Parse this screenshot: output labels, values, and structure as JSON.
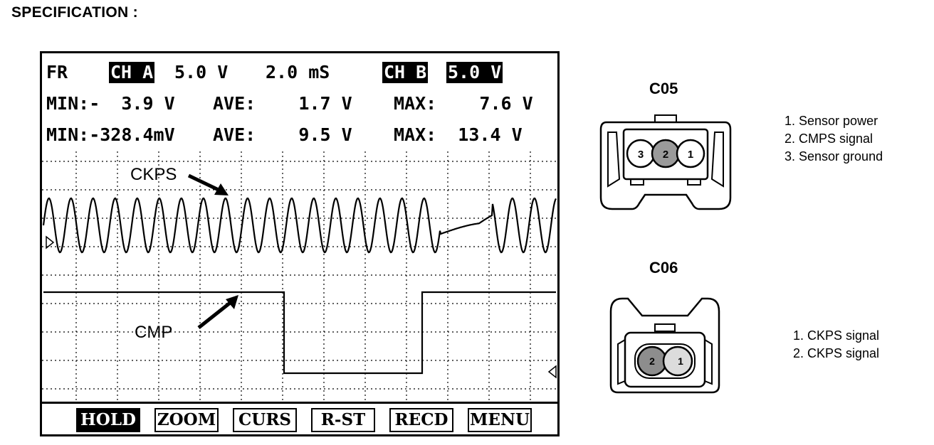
{
  "spec_title": "SPECIFICATION :",
  "scope": {
    "row1": {
      "fr": "FR",
      "ch_a": "CH A",
      "ch_a_scale": "5.0 V",
      "time_scale": "2.0 mS",
      "ch_b": "CH B",
      "ch_b_scale": "5.0 V"
    },
    "row2": {
      "min": "MIN:-  3.9 V",
      "ave": "AVE:    1.7 V",
      "max": "MAX:    7.6 V"
    },
    "row3": {
      "min": "MIN:-328.4mV",
      "ave": "AVE:    9.5 V",
      "max": "MAX:  13.4 V"
    },
    "labels": {
      "ckps": "CKPS",
      "cmp": "CMP"
    },
    "buttons": [
      "HOLD",
      "ZOOM",
      "CURS",
      "R-ST",
      "RECD",
      "MENU"
    ],
    "active_button": "HOLD"
  },
  "connectors": {
    "c05": {
      "title": "C05",
      "pins": [
        "3",
        "2",
        "1"
      ],
      "legend": [
        "1. Sensor power",
        "2. CMPS signal",
        "3. Sensor ground"
      ]
    },
    "c06": {
      "title": "C06",
      "pins": [
        "2",
        "1"
      ],
      "legend": [
        "1. CKPS signal",
        "2. CKPS signal"
      ]
    }
  }
}
